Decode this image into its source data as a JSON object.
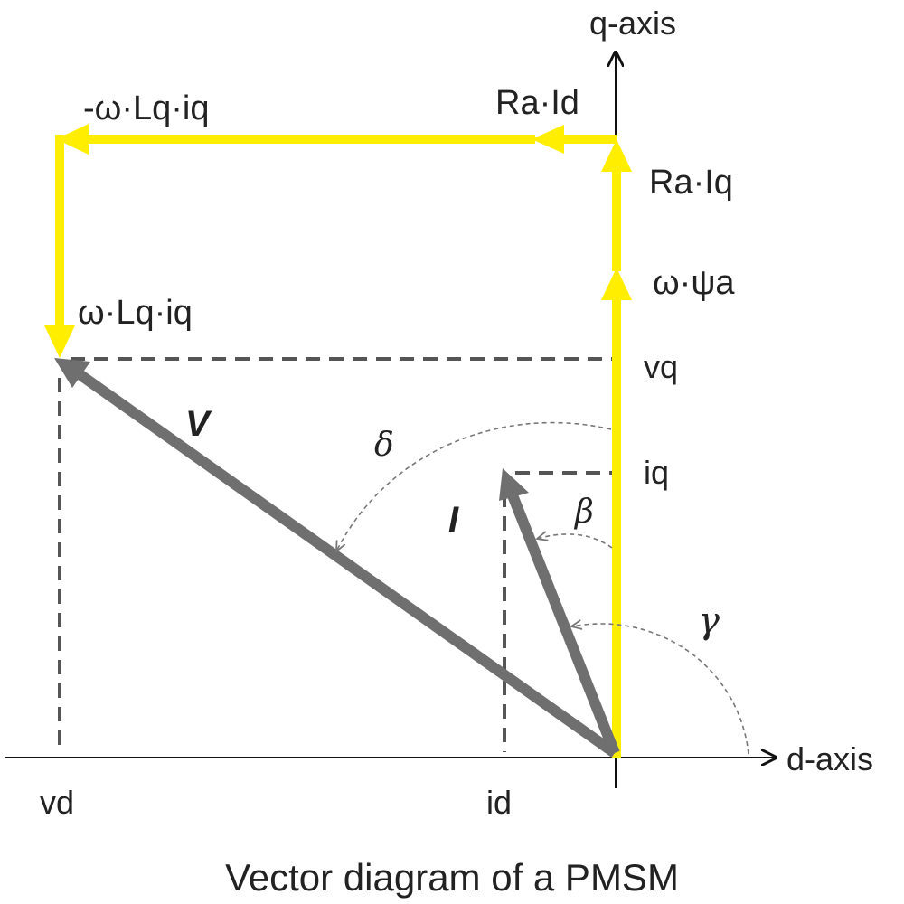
{
  "colors": {
    "yellow": "#ffee00",
    "gray": "#6f6f6f",
    "axis": "#111111",
    "dash": "#555555",
    "thin": "#777777"
  },
  "axes": {
    "q_label": "q-axis",
    "d_label": "d-axis"
  },
  "vectors": {
    "V_label": "V",
    "I_label": "I"
  },
  "terms": {
    "neg_omega_lq_iq": "-ω·Lq·iq",
    "omega_lq_iq": "ω·Lq·iq",
    "ra_id": "Ra·Id",
    "ra_iq": "Ra·Iq",
    "omega_psi_a": "ω·ψa"
  },
  "projections": {
    "vq": "vq",
    "iq": "iq",
    "vd": "vd",
    "id": "id"
  },
  "angles": {
    "delta": "δ",
    "beta": "β",
    "gamma": "γ"
  },
  "caption": "Vector diagram of a PMSM"
}
